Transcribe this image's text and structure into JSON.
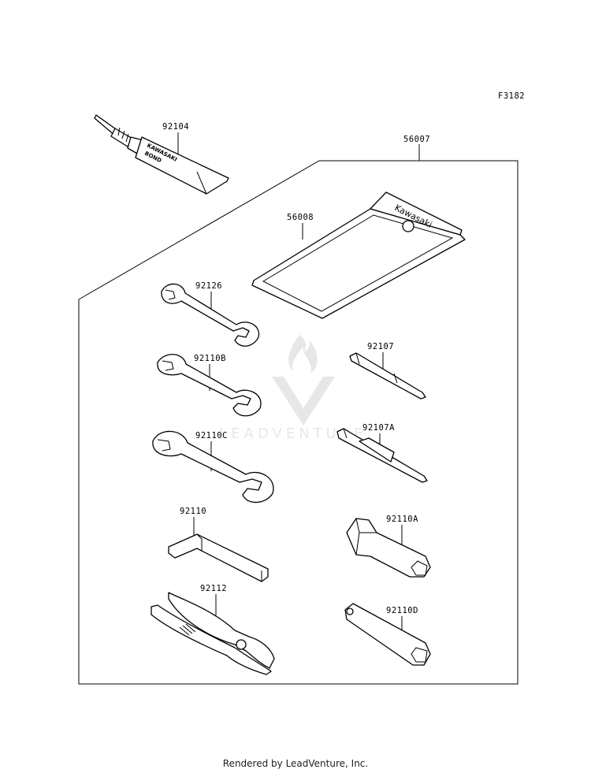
{
  "diagram_code": "F3182",
  "footer_text": "Rendered by LeadVenture, Inc.",
  "watermark_text": "LEADVENTURE",
  "parts": {
    "bond_tube": "92104",
    "kit": "56007",
    "pouch": "56008",
    "wrench_small": "92126",
    "wrench_medium": "92110B",
    "wrench_large": "92110C",
    "hex_key": "92110",
    "pliers": "92112",
    "screwdriver": "92107",
    "screwdriver_double": "92107A",
    "socket_plug": "92110A",
    "socket_handle": "92110D"
  },
  "tube_text_1": "KAWASAKI",
  "tube_text_2": "BOND",
  "pouch_brand": "Kawasaki"
}
